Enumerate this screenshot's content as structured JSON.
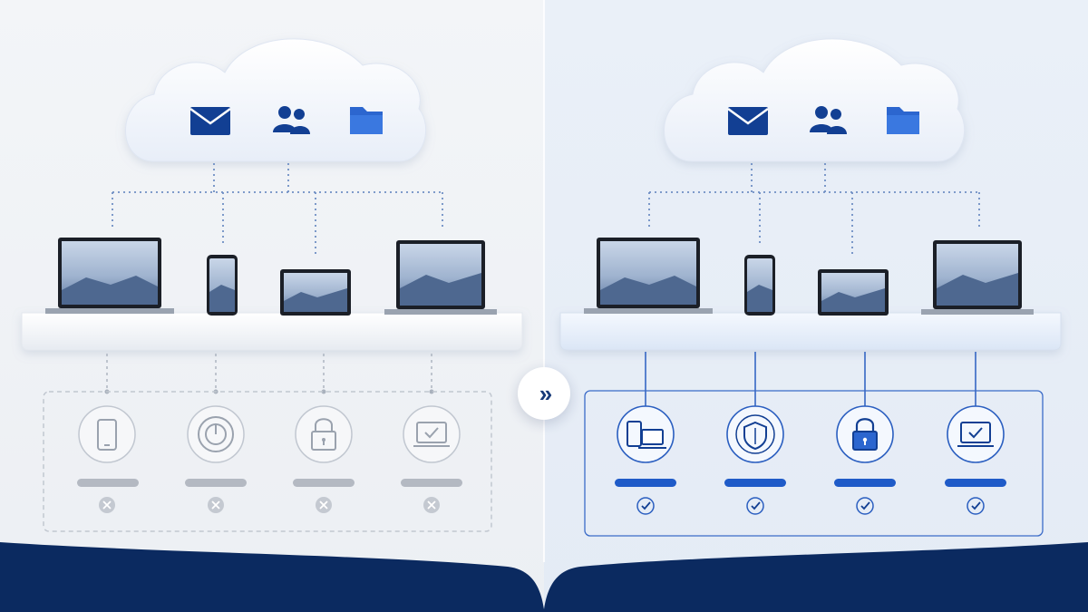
{
  "toggle": {
    "label": "»"
  },
  "cloud_icons": [
    "mail-icon",
    "users-icon",
    "folder-icon"
  ],
  "devices": [
    "laptop",
    "phone",
    "tablet",
    "laptop"
  ],
  "before": {
    "status": "unsecured",
    "features": [
      {
        "icon": "phone-icon",
        "state": "x"
      },
      {
        "icon": "dial-icon",
        "state": "x"
      },
      {
        "icon": "lock-icon",
        "state": "x"
      },
      {
        "icon": "monitor-check-icon",
        "state": "x"
      }
    ]
  },
  "after": {
    "status": "secured",
    "features": [
      {
        "icon": "devices-icon",
        "state": "check"
      },
      {
        "icon": "shield-icon",
        "state": "check"
      },
      {
        "icon": "lock-icon",
        "state": "check"
      },
      {
        "icon": "monitor-check-icon",
        "state": "check"
      }
    ]
  },
  "colors": {
    "accent": "#1f5bc8",
    "navy": "#0b2a60",
    "muted": "#b4b9c2"
  }
}
